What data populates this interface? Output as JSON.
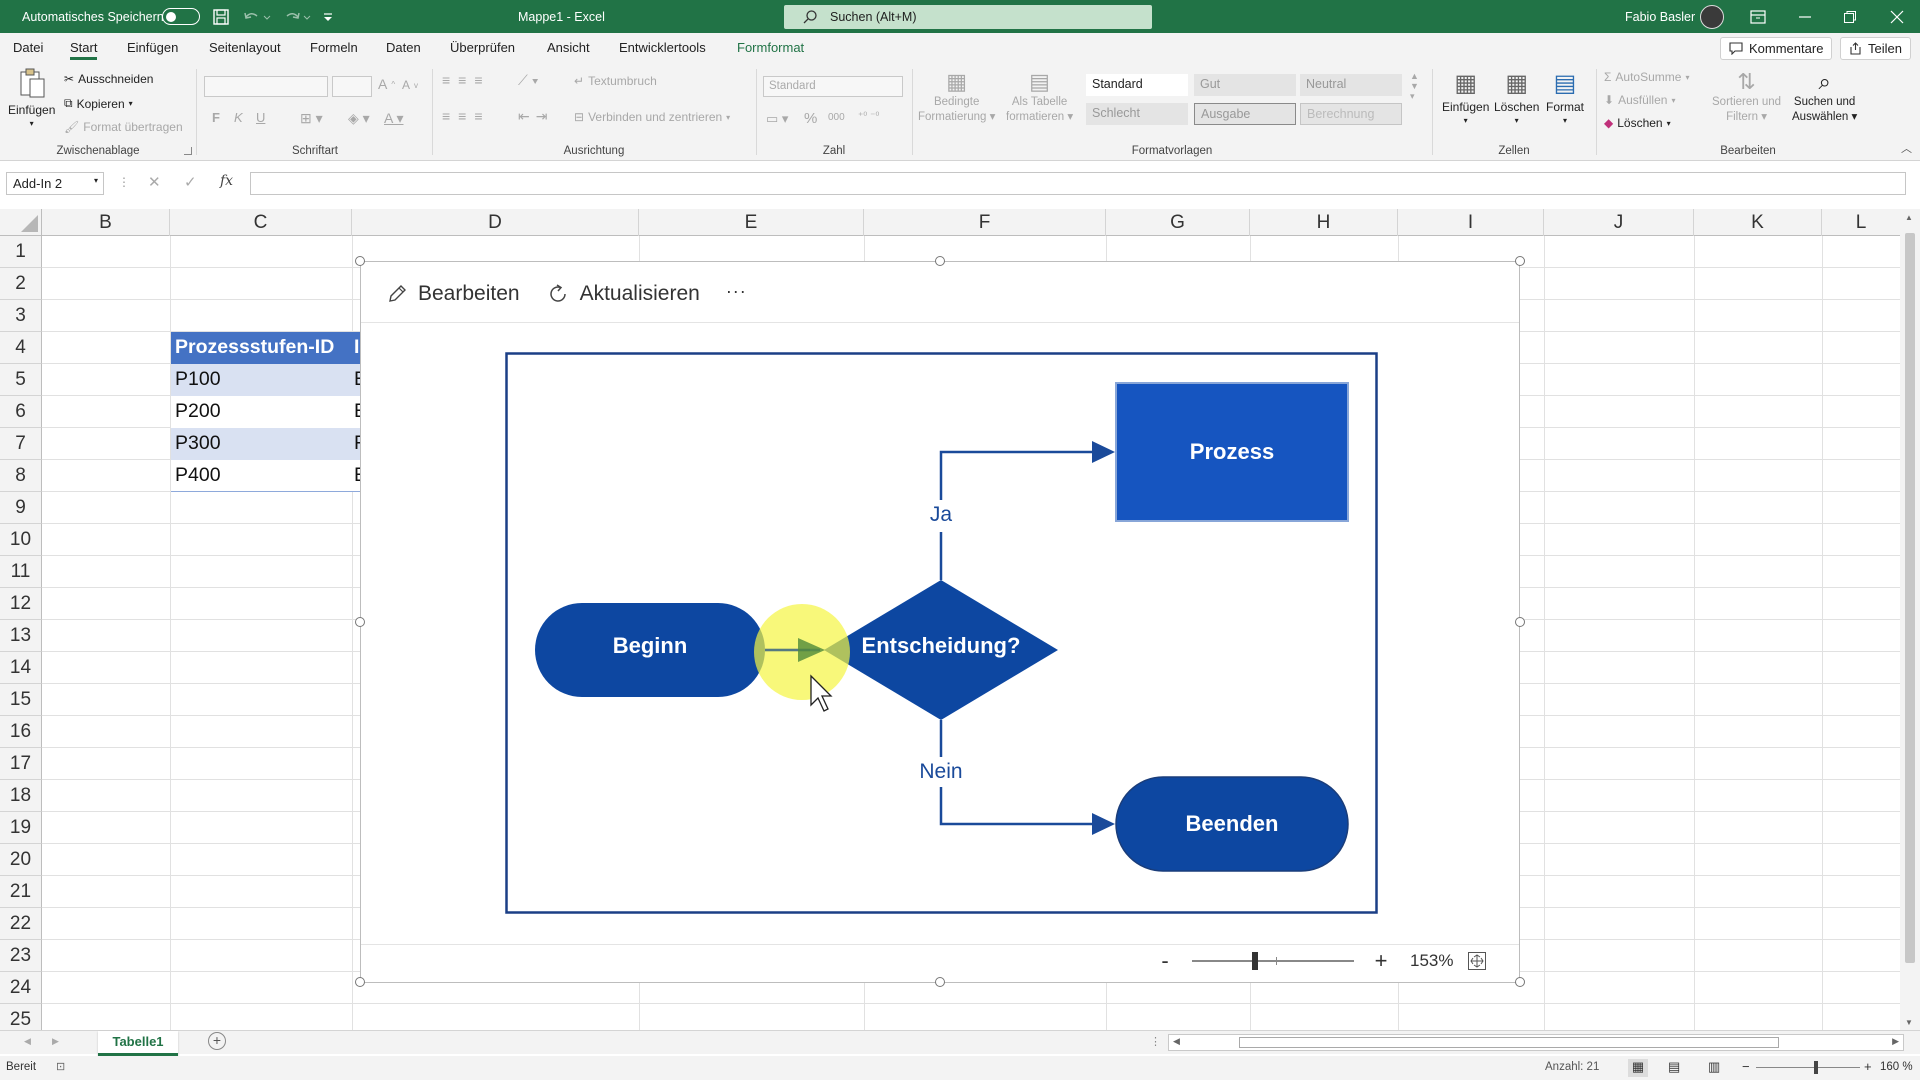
{
  "titlebar": {
    "autosave_label": "Automatisches Speichern",
    "doc_title": "Mappe1  -  Excel",
    "search_placeholder": "Suchen (Alt+M)",
    "user_name": "Fabio Basler"
  },
  "menu": {
    "tabs": [
      "Datei",
      "Start",
      "Einfügen",
      "Seitenlayout",
      "Formeln",
      "Daten",
      "Überprüfen",
      "Ansicht",
      "Entwicklertools",
      "Formformat"
    ],
    "active_tab": "Start",
    "comments_label": "Kommentare",
    "share_label": "Teilen"
  },
  "ribbon": {
    "clipboard": {
      "paste": "Einfügen",
      "cut": "Ausschneiden",
      "copy": "Kopieren",
      "format_painter": "Format übertragen",
      "group": "Zwischenablage"
    },
    "font": {
      "bold": "F",
      "italic": "K",
      "underline": "U",
      "grow": "A",
      "shrink": "A",
      "group": "Schriftart"
    },
    "alignment": {
      "wrap": "Textumbruch",
      "merge": "Verbinden und zentrieren",
      "group": "Ausrichtung"
    },
    "number": {
      "format": "Standard",
      "percent": "%",
      "thousands": "000",
      "group": "Zahl"
    },
    "styles": {
      "conditional": [
        "Bedingte",
        "Formatierung"
      ],
      "as_table": [
        "Als Tabelle",
        "formatieren"
      ],
      "cells": [
        "Standard",
        "Gut",
        "Neutral",
        "Schlecht",
        "Ausgabe",
        "Berechnung"
      ],
      "group": "Formatvorlagen"
    },
    "cells_group": {
      "insert": "Einfügen",
      "delete": "Löschen",
      "format": "Format",
      "group": "Zellen"
    },
    "editing": {
      "autosum": "AutoSumme",
      "fill": "Ausfüllen",
      "clear": "Löschen",
      "sort": [
        "Sortieren und",
        "Filtern"
      ],
      "find": [
        "Suchen und",
        "Auswählen"
      ],
      "group": "Bearbeiten"
    }
  },
  "formula_bar": {
    "name_box": "Add-In 2",
    "fx": "fx",
    "cancel": "✕",
    "confirm": "✓"
  },
  "grid": {
    "columns": [
      "B",
      "C",
      "D",
      "E",
      "F",
      "G",
      "H",
      "I",
      "J",
      "K",
      "L"
    ],
    "rows": [
      "1",
      "2",
      "3",
      "4",
      "5",
      "6",
      "7",
      "8",
      "9",
      "10",
      "11",
      "12",
      "13",
      "14",
      "15",
      "16",
      "17",
      "18",
      "19",
      "20",
      "21",
      "22",
      "23",
      "24",
      "25"
    ],
    "table_header": "Prozessstufen-ID",
    "table_header_next": "I",
    "table_ids": [
      "P100",
      "P200",
      "P300",
      "P400"
    ],
    "table_next_col": [
      "E",
      "E",
      "F",
      "E"
    ]
  },
  "object": {
    "edit_label": "Bearbeiten",
    "refresh_label": "Aktualisieren",
    "more_label": "···",
    "zoom_minus": "-",
    "zoom_plus": "+",
    "zoom_value": "153%"
  },
  "diagram": {
    "start": "Beginn",
    "decision": "Entscheidung?",
    "process": "Prozess",
    "end": "Beenden",
    "yes": "Ja",
    "no": "Nein"
  },
  "sheets": {
    "tabs": [
      "Tabelle1"
    ],
    "add": "+"
  },
  "status": {
    "ready": "Bereit",
    "count": "Anzahl: 21",
    "zoom": "160 %"
  },
  "colors": {
    "excel_green": "#217346",
    "node_fill": "#0d47a1",
    "process_fill": "#1655c0",
    "connector": "#1a4a9a",
    "table_header_bg": "#4472c4",
    "table_band_bg": "#d9e1f2",
    "cursor_highlight": "#f5f542"
  }
}
